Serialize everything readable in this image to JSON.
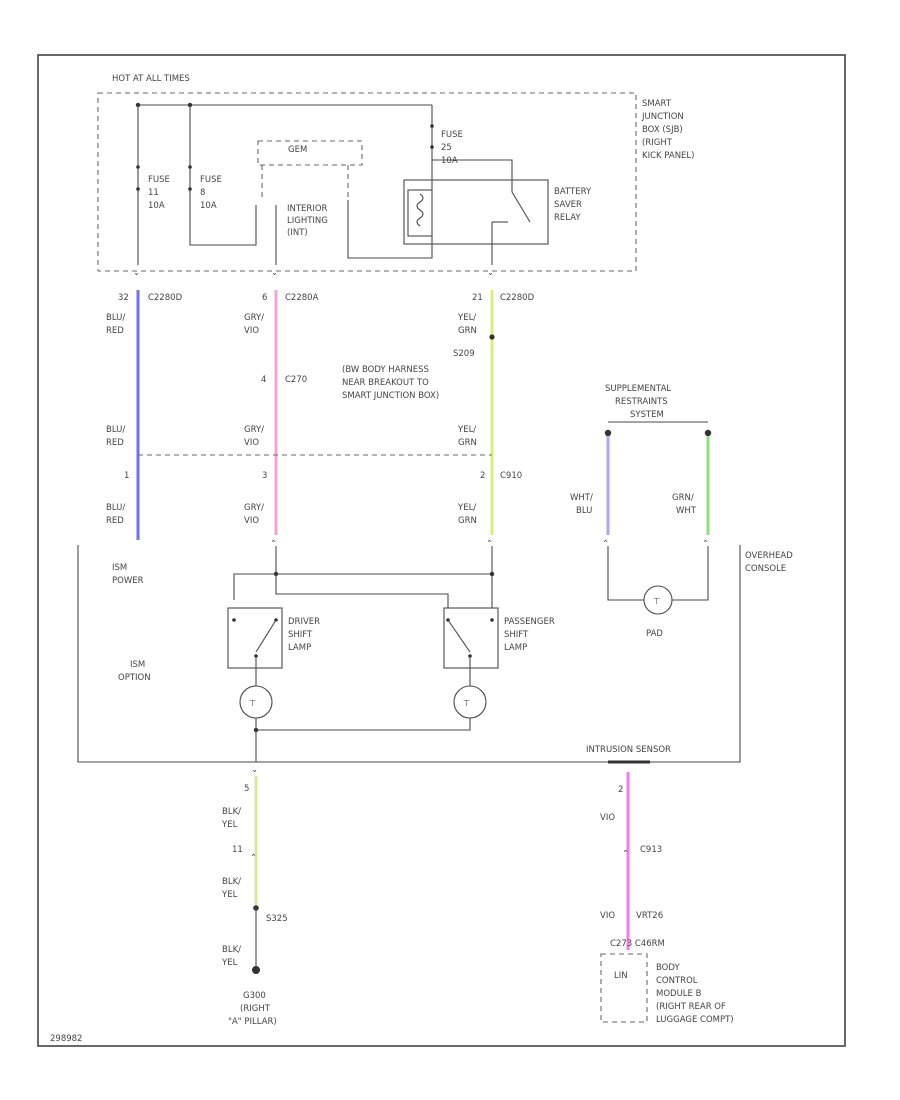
{
  "power": {
    "hot_at_all_times": "HOT AT ALL TIMES"
  },
  "sjb": {
    "label": [
      "SMART",
      "JUNCTION",
      "BOX (SJB)",
      "(RIGHT",
      "KICK PANEL)"
    ],
    "gem": "GEM",
    "fuse_1": [
      "FUSE",
      "11",
      "10A"
    ],
    "fuse_2": [
      "FUSE",
      "8",
      "10A"
    ],
    "fuse_3": [
      "FUSE",
      "25",
      "10A"
    ],
    "interior_lighting": [
      "INTERIOR",
      "LIGHTING",
      "(INT)"
    ],
    "battery_saver_relay": [
      "BATTERY",
      "SAVER",
      "RELAY"
    ]
  },
  "connectors": {
    "c2280d_left": {
      "pin": "32",
      "name": "C2280D"
    },
    "c2280a": {
      "pin": "6",
      "name": "C2280A"
    },
    "c2280d_right": {
      "pin": "21",
      "name": "C2280D"
    },
    "c270": {
      "pin": "4",
      "name": "C270"
    },
    "s209": {
      "name": "S209"
    },
    "c910": {
      "pin": "2",
      "name": "C910"
    },
    "pin_1": "1",
    "pin_3": "3",
    "pin_5": "5",
    "pin_2_intrusion": "2",
    "c913": "C913",
    "c273": "C273",
    "pin_11": "11",
    "vrt26": "VRT26",
    "c273_c46m": "C273 C46RM"
  },
  "splice_note": [
    "(BW BODY HARNESS",
    "NEAR BREAKOUT TO",
    "SMART JUNCTION BOX)"
  ],
  "wires": {
    "blu_red": [
      "BLU/",
      "RED"
    ],
    "gry_vio": [
      "GRY/",
      "VIO"
    ],
    "yel_grn": [
      "YEL/",
      "GRN"
    ],
    "wht_blu": [
      "WHT/",
      "BLU"
    ],
    "grn_wht": [
      "GRN/",
      "WHT"
    ],
    "blk_yel": [
      "BLK/",
      "YEL"
    ],
    "vio": "VIO"
  },
  "srs": {
    "label": [
      "SUPPLEMENTAL",
      "RESTRAINTS",
      "SYSTEM"
    ]
  },
  "overhead_console": [
    "OVERHEAD",
    "CONSOLE"
  ],
  "ism": {
    "power": [
      "ISM",
      "POWER"
    ],
    "option": [
      "ISM",
      "OPTION"
    ]
  },
  "lamps": {
    "driver": [
      "DRIVER",
      "SHIFT",
      "LAMP"
    ],
    "passenger": [
      "PASSENGER",
      "SHIFT",
      "LAMP"
    ],
    "pad": "PAD"
  },
  "intrusion_sensor": "INTRUSION SENSOR",
  "ground": {
    "splice": "S325",
    "g300": [
      "G300",
      "(RIGHT",
      "\"A\" PILLAR)"
    ]
  },
  "bcm": {
    "lin": "LIN",
    "label": [
      "BODY",
      "CONTROL",
      "MODULE B",
      "(RIGHT REAR OF",
      "LUGGAGE COMPT)"
    ]
  },
  "figure_id": "298982"
}
